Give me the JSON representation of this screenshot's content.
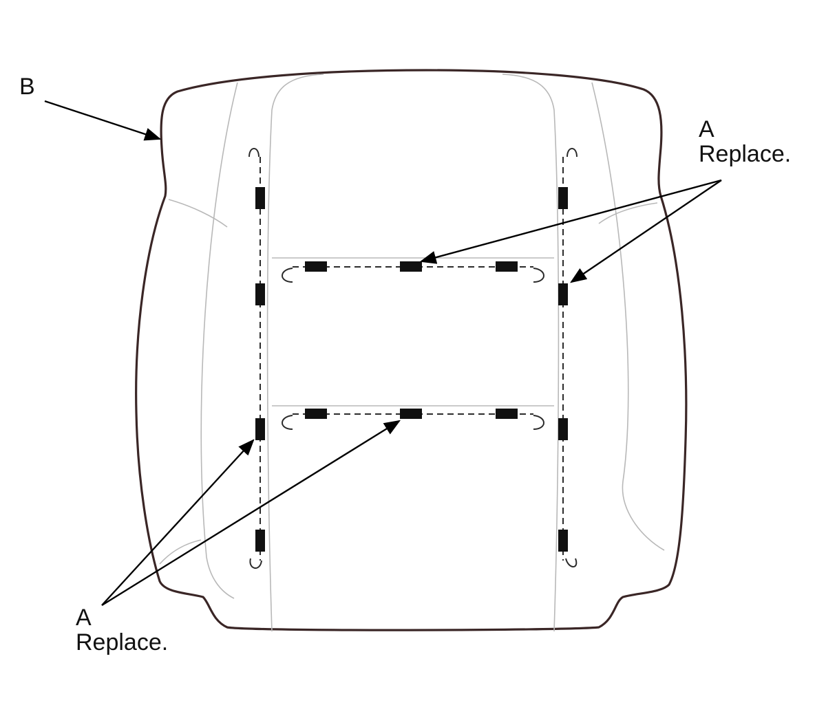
{
  "labels": {
    "b": {
      "letter": "B"
    },
    "a_top": {
      "letter": "A",
      "note": "Replace."
    },
    "a_bottom": {
      "letter": "A",
      "note": "Replace."
    }
  },
  "colors": {
    "outline": "#3a2626",
    "seam": "#b8b8b8",
    "clip": "#111111",
    "wire": "#2a2a2a",
    "arrow": "#000000",
    "background": "#ffffff"
  }
}
